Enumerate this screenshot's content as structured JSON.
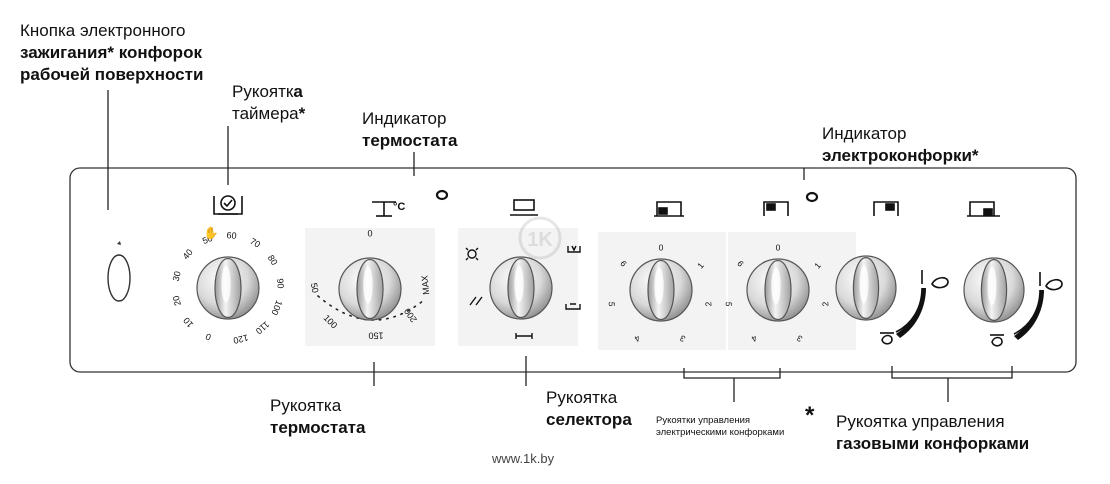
{
  "labels": {
    "ignition": {
      "line1": "Кнопка электронного",
      "line2_bold": "зажигания*",
      "line2_rest": " конфорок",
      "line3_bold": "рабочей",
      "line3_rest": " поверхности"
    },
    "timer": {
      "line1_reg": "Рукоятк",
      "line1_bold": "а",
      "line2_reg": "таймера",
      "line2_bold": "*"
    },
    "thermostat_indicator": {
      "line1": "Индикатор",
      "line2": "термостата"
    },
    "hob_indicator": {
      "line1": "Индикатор",
      "line2": "электроконфорки*"
    },
    "thermostat_knob": {
      "line1": "Рукоятка",
      "line2": "термостата"
    },
    "selector_knob": {
      "line1": "Рукоятка",
      "line2": "селектора"
    },
    "electric_knobs": {
      "line1": "Рукоятки управления",
      "line2": "электрическими конфорками"
    },
    "asterisk": "*",
    "gas_knob": {
      "line1": "Рукоятка управления",
      "line2": "газовыми конфорками"
    }
  },
  "timer_scale": [
    "0",
    "10",
    "20",
    "30",
    "40",
    "50",
    "60",
    "70",
    "80",
    "90",
    "100",
    "110",
    "120"
  ],
  "thermostat_scale": {
    "top": "0",
    "left": "50",
    "left_lower": "100",
    "bottom": "150",
    "right_lower": "200",
    "right": "MAX"
  },
  "electric_scale": [
    "0",
    "1",
    "2",
    "3",
    "4",
    "5",
    "6"
  ],
  "symbols": {
    "thermo_unit": "°C"
  },
  "watermark": "www.1k.by",
  "logo_text": "1K"
}
